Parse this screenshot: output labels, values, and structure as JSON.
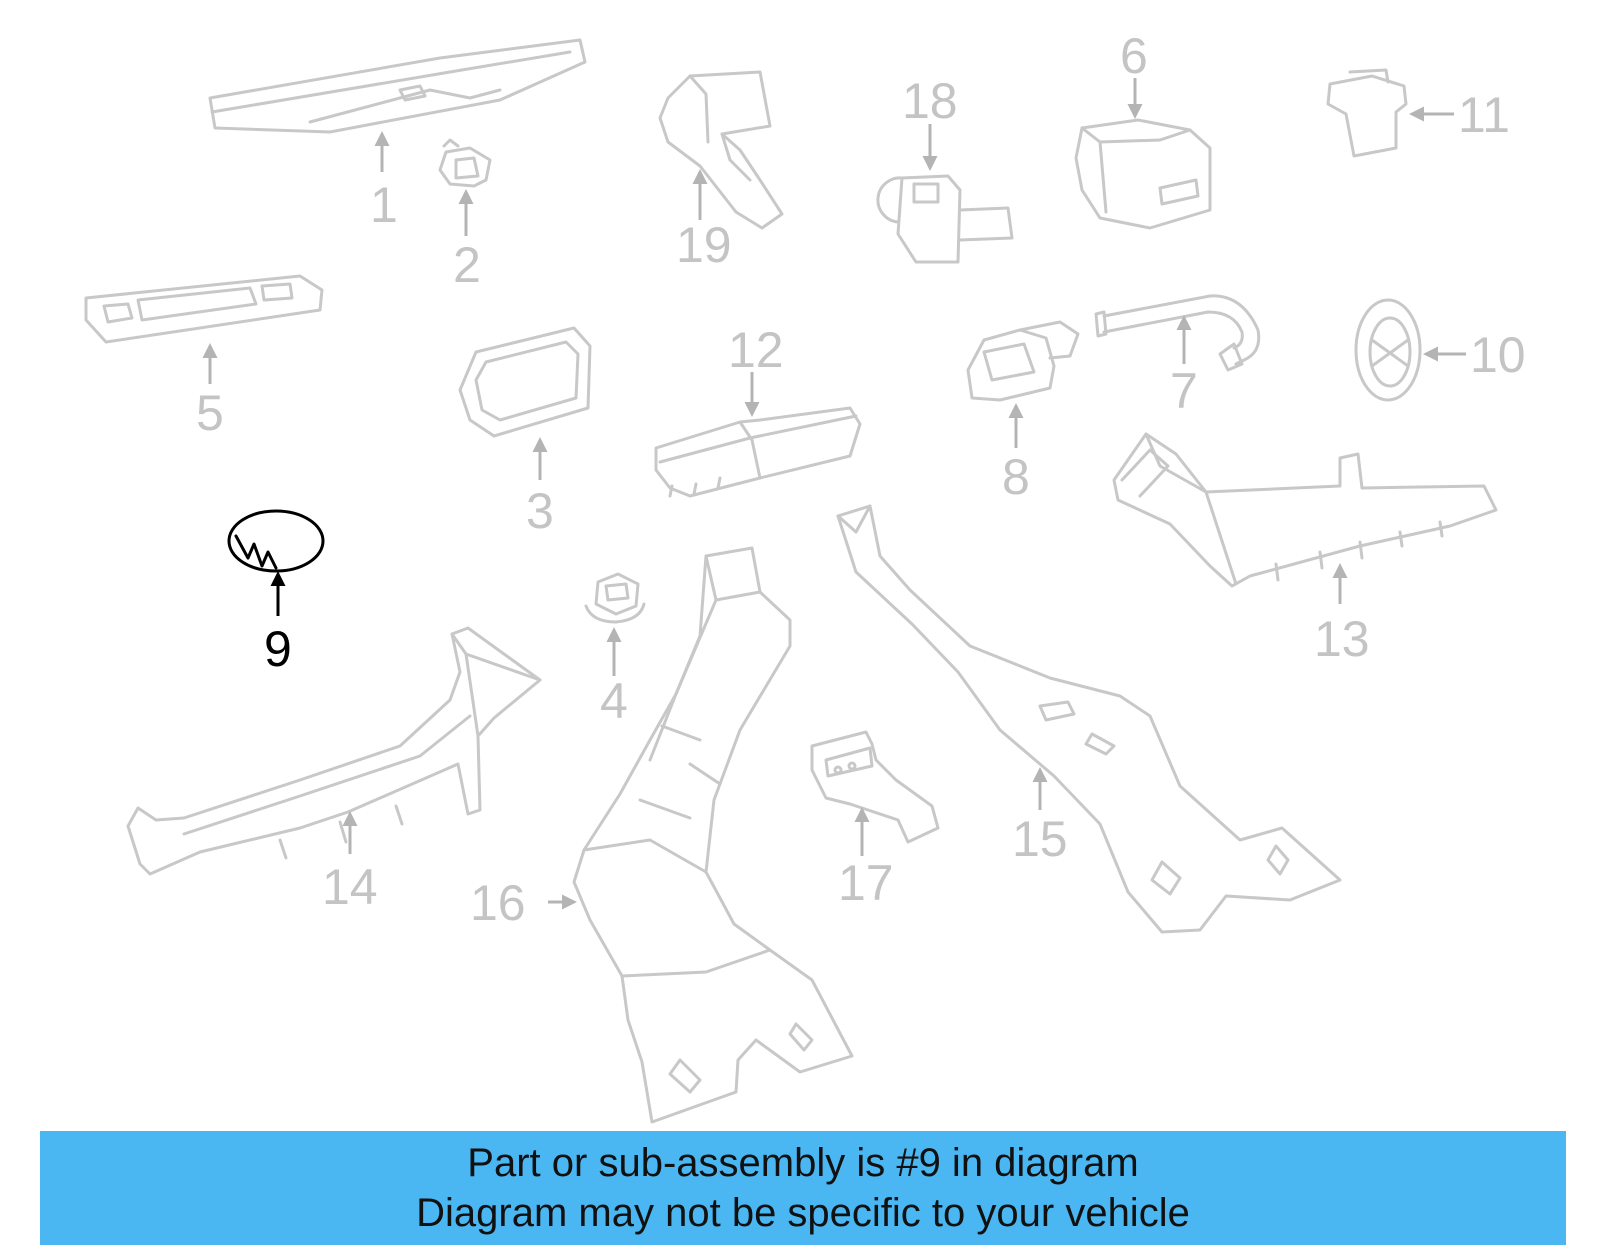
{
  "diagram": {
    "highlight_part": "9",
    "colors": {
      "part_stroke": "#c8c8c8",
      "label": "#c4c4c4",
      "highlight": "#000000",
      "banner_bg": "#4bb7f2"
    },
    "labels": {
      "p1": "1",
      "p2": "2",
      "p3": "3",
      "p4": "4",
      "p5": "5",
      "p6": "6",
      "p7": "7",
      "p8": "8",
      "p9": "9",
      "p10": "10",
      "p11": "11",
      "p12": "12",
      "p13": "13",
      "p14": "14",
      "p15": "15",
      "p16": "16",
      "p17": "17",
      "p18": "18",
      "p19": "19"
    }
  },
  "banner": {
    "line1": "Part or sub-assembly is #9 in diagram",
    "line2": "Diagram may not be specific to your vehicle"
  }
}
